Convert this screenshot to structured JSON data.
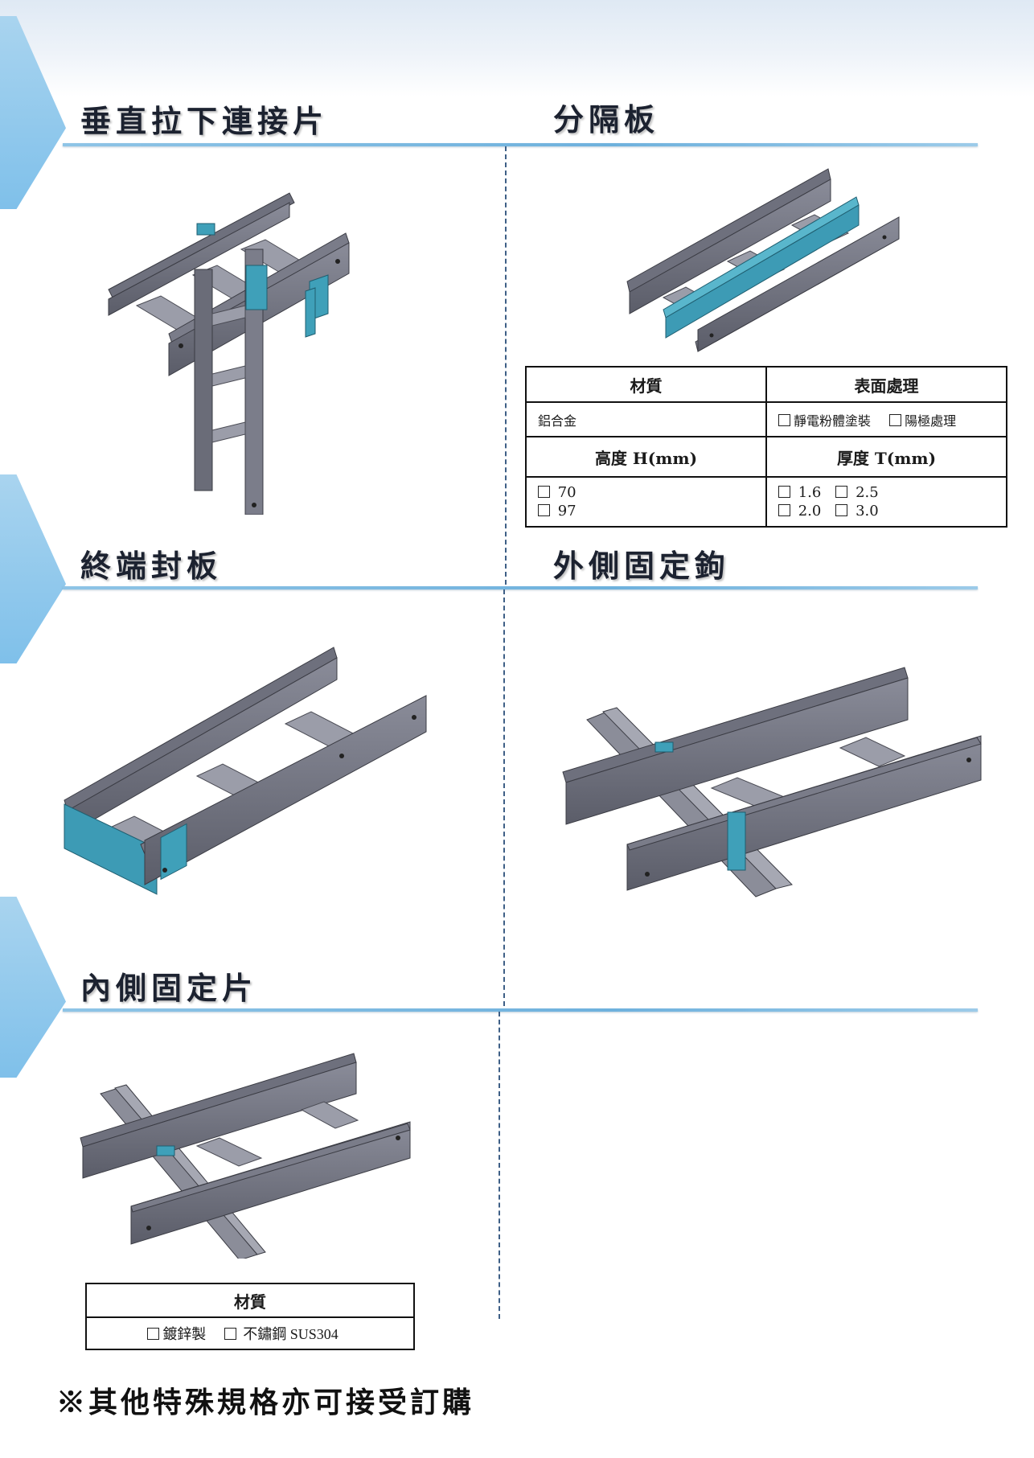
{
  "sections": {
    "vertical_drop_connector": {
      "title": "垂直拉下連接片"
    },
    "divider_plate": {
      "title": "分隔板"
    },
    "end_cap_plate": {
      "title": "終端封板"
    },
    "outer_fixing_hook": {
      "title": "外側固定鉤"
    },
    "inner_fixing_plate": {
      "title": "內側固定片"
    }
  },
  "divider_spec": {
    "material_header": "材質",
    "surface_header": "表面處理",
    "material_value": "鋁合金",
    "surface_options": [
      "靜電粉體塗裝",
      "陽極處理"
    ],
    "height_header": "高度 H(mm)",
    "thickness_header": "厚度 T(mm)",
    "height_options": [
      "70",
      "97"
    ],
    "thickness_options": [
      "1.6",
      "2.5",
      "2.0",
      "3.0"
    ]
  },
  "inner_spec": {
    "material_header": "材質",
    "material_options": [
      "鍍鋅製",
      "不鏽鋼 SUS304"
    ]
  },
  "footer": {
    "note": "※其他特殊規格亦可接受訂購"
  },
  "colors": {
    "accent_blue": "#7fc0ea",
    "steel": "#6d6f7c",
    "highlight": "#3d9bb5"
  }
}
